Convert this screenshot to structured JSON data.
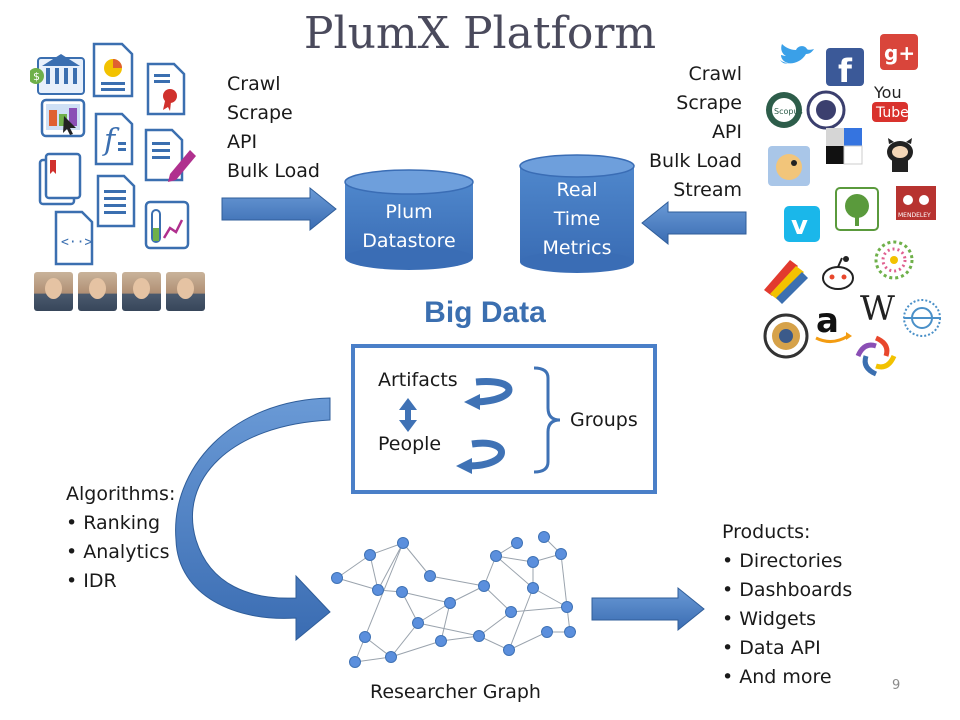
{
  "title": "PlumX Platform",
  "left_sources": {
    "methods": [
      "Crawl",
      "Scrape",
      "API",
      "Bulk Load"
    ],
    "icons": [
      "bank-icon",
      "chart-document-icon",
      "certificate-document-icon",
      "presentation-icon",
      "formula-document-icon",
      "edit-document-icon",
      "books-icon",
      "text-document-icon",
      "lab-data-icon",
      "code-document-icon"
    ],
    "photos": [
      "researcher-photo-1",
      "researcher-photo-2",
      "researcher-photo-3",
      "researcher-photo-4"
    ]
  },
  "right_sources": {
    "methods": [
      "Crawl",
      "Scrape",
      "API",
      "Bulk Load",
      "Stream"
    ],
    "icons": [
      "twitter-icon",
      "facebook-icon",
      "google-plus-icon",
      "scopus-icon",
      "crest-icon",
      "youtube-icon",
      "pufferfish-icon",
      "delicious-icon",
      "github-icon",
      "vimeo-icon",
      "tree-icon",
      "mendeley-icon",
      "books-stack-icon",
      "reddit-icon",
      "dots-circle-icon",
      "amazon-icon",
      "wikipedia-icon",
      "globe-icon",
      "seal-icon",
      "swirl-icon"
    ]
  },
  "datastore": {
    "line1": "Plum",
    "line2": "Datastore"
  },
  "metrics": {
    "line1": "Real",
    "line2": "Time",
    "line3": "Metrics"
  },
  "big_data": "Big Data",
  "groups_box": {
    "artifacts": "Artifacts",
    "people": "People",
    "groups": "Groups"
  },
  "algorithms": {
    "heading": "Algorithms:",
    "items": [
      "Ranking",
      "Analytics",
      "IDR"
    ]
  },
  "researcher_graph": "Researcher Graph",
  "products": {
    "heading": "Products:",
    "items": [
      "Directories",
      "Dashboards",
      "Widgets",
      "Data API",
      "And more"
    ]
  },
  "page_number": "9",
  "colors": {
    "accent_blue": "#3b6fb0",
    "arrow_blue": "#3f72b5",
    "node_blue": "#5b8fdd",
    "title_gray": "#4a4a5c"
  }
}
